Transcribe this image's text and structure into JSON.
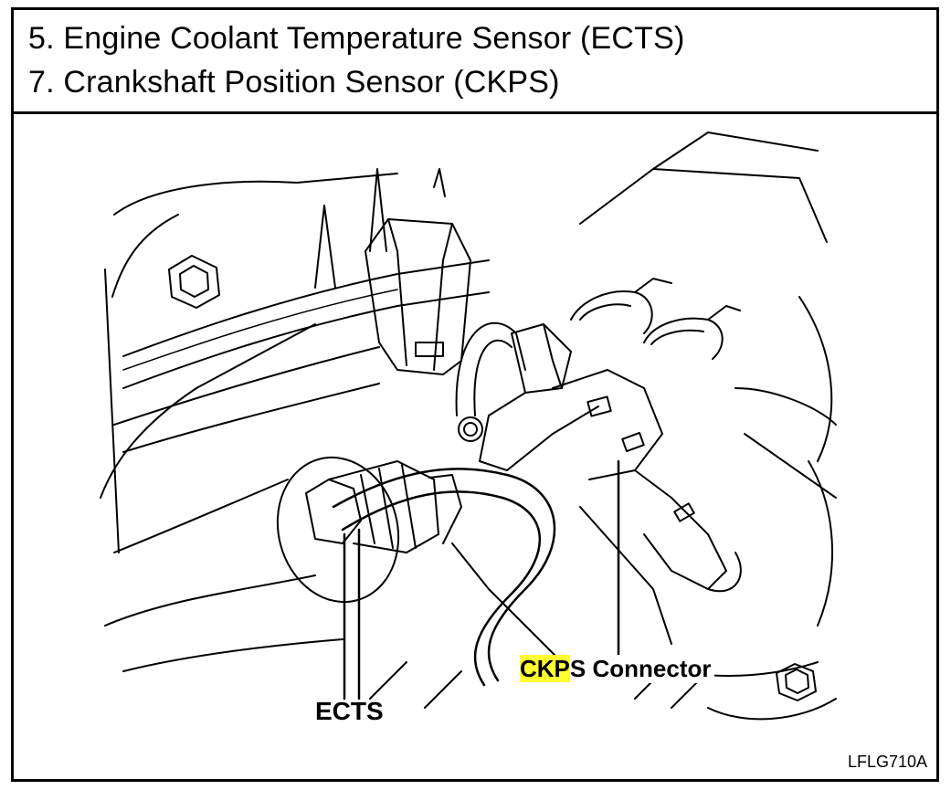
{
  "header": {
    "line1": "5. Engine Coolant Temperature Sensor (ECTS)",
    "line2": "7. Crankshaft Position Sensor (CKPS)"
  },
  "labels": {
    "ects": "ECTS",
    "ckps_highlight": "CKP",
    "ckps_rest": "S Connector",
    "figure_code": "LFLG710A"
  },
  "colors": {
    "line": "#000000",
    "highlight": "#ffff33",
    "background": "#ffffff"
  }
}
